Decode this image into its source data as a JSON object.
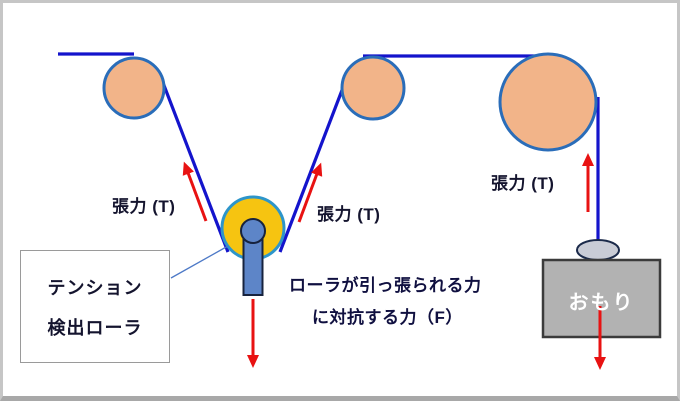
{
  "diagram": {
    "title": "tension-detection-roller-diagram",
    "labels": {
      "tension_left": "張力 (T)",
      "tension_center": "張力 (T)",
      "tension_right": "張力 (T)",
      "detector_line1": "テンション",
      "detector_line2": "検出ローラ",
      "force_line1": "ローラが引っ張られる力",
      "force_line2": "に対抗する力（F）",
      "weight": "おもり"
    },
    "colors": {
      "web_line_blue": "#1414cc",
      "roller_fill": "#f2b489",
      "roller_border": "#2a6db9",
      "detector_roller_fill": "#f6c411",
      "detector_roller_border": "#2d95ca",
      "pivot_arm_fill": "#5d85c8",
      "pivot_arm_border": "#17233e",
      "force_arrow_red": "#e81212",
      "weight_fill": "#b2b2b2",
      "weight_border": "#3b3b3b",
      "hook_ellipse_fill": "#c9ccd6",
      "callout_border": "#9a9a9a",
      "frame_border": "#c6c6c6"
    }
  }
}
